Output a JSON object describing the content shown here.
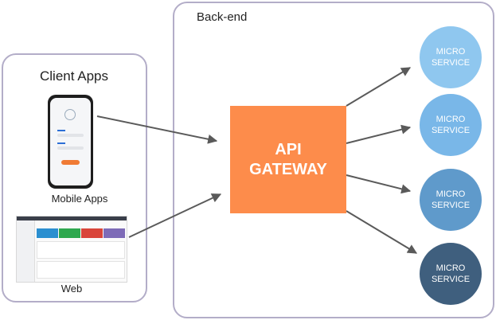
{
  "client_panel": {
    "title": "Client Apps"
  },
  "clients": [
    {
      "caption": "Mobile Apps",
      "icon": "mobile-phone-icon"
    },
    {
      "caption": "Web",
      "icon": "web-dashboard-icon"
    }
  ],
  "backend_panel": {
    "title": "Back-end"
  },
  "gateway": {
    "line1": "API",
    "line2": "GATEWAY",
    "color": "#fd8c4b"
  },
  "microservices": [
    {
      "line1": "MICRO",
      "line2": "SERVICE",
      "color": "#8fc7ef"
    },
    {
      "line1": "MICRO",
      "line2": "SERVICE",
      "color": "#79b7e8"
    },
    {
      "line1": "MICRO",
      "line2": "SERVICE",
      "color": "#5f9acb"
    },
    {
      "line1": "MICRO",
      "line2": "SERVICE",
      "color": "#3f5f7e"
    }
  ],
  "colors": {
    "panel_border": "#b3adc8",
    "arrow": "#5a5a5a"
  }
}
